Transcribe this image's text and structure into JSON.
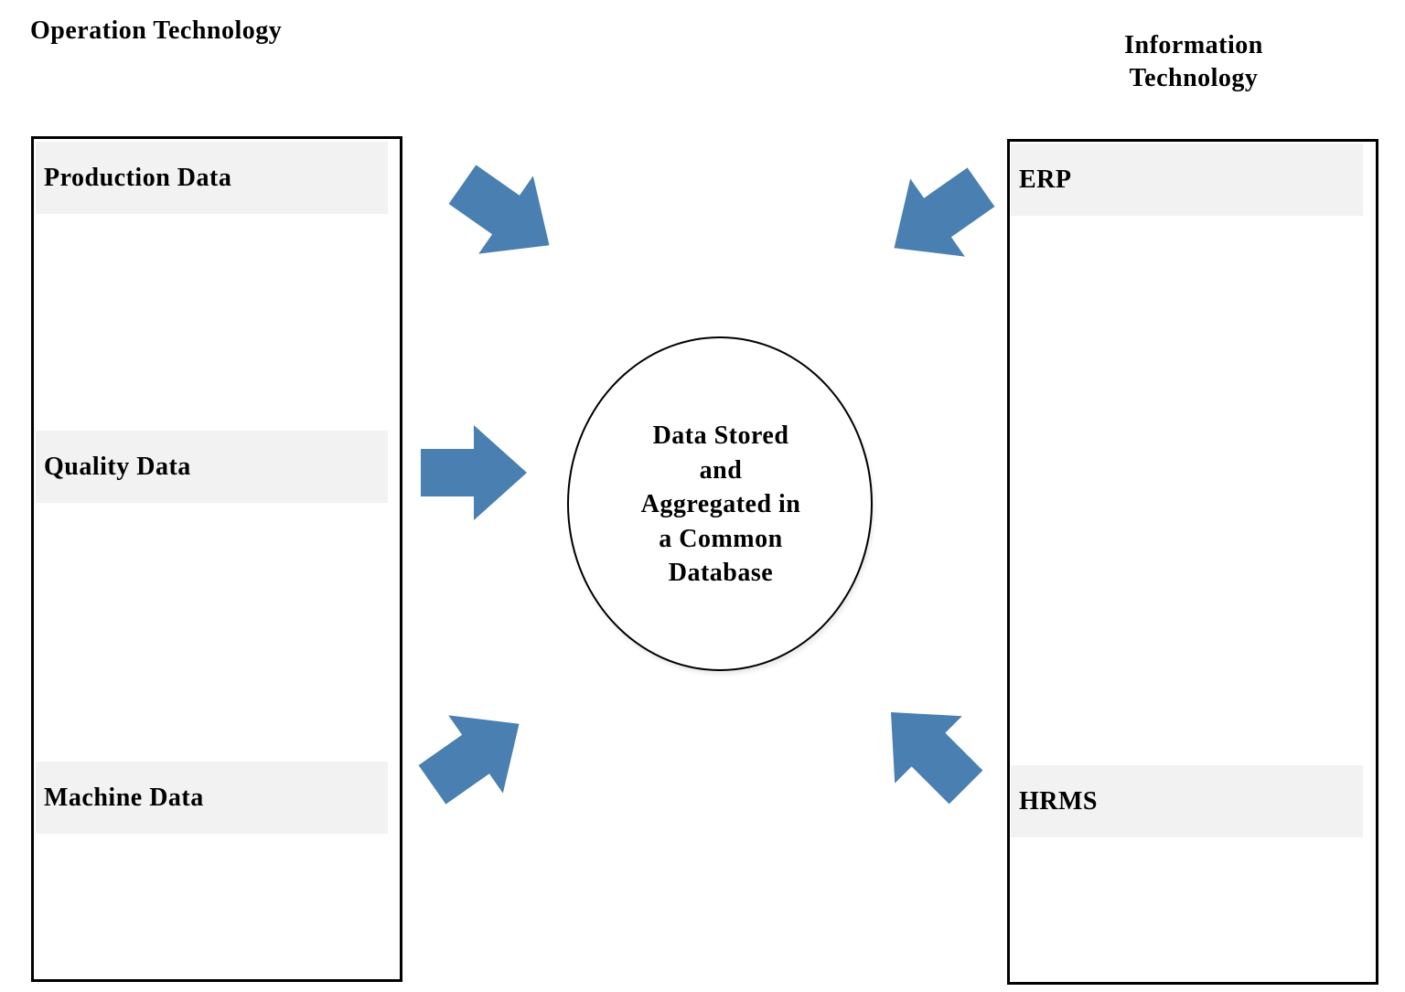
{
  "headings": {
    "operation": "Operation Technology",
    "information": [
      "Information",
      "Technology"
    ]
  },
  "operation_panel": {
    "items": [
      "Production Data",
      "Quality Data",
      "Machine Data"
    ]
  },
  "information_panel": {
    "items": [
      "ERP",
      "HRMS"
    ]
  },
  "center": {
    "lines": [
      "Data Stored",
      "and",
      "Aggregated in",
      "a Common",
      "Database"
    ]
  },
  "colors": {
    "arrow": "#4a7fb1",
    "item_background": "#f2f2f2",
    "border": "#000000"
  }
}
